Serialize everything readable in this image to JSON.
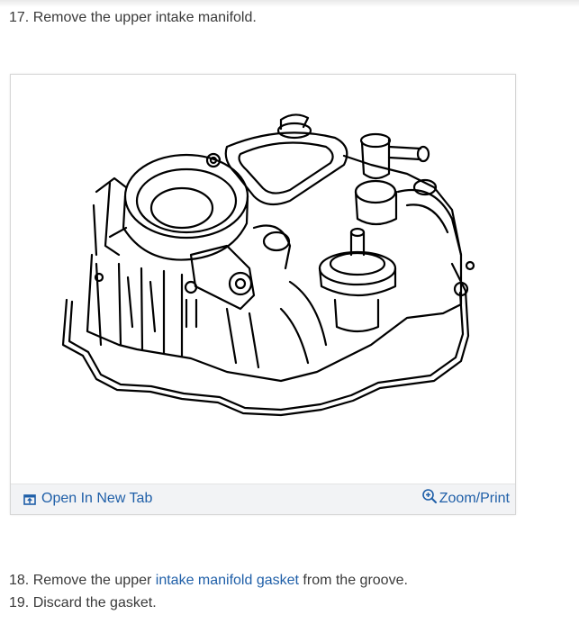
{
  "steps": {
    "step17": "17. Remove the upper intake manifold.",
    "step18_prefix": "18. Remove the upper ",
    "step18_link": "intake manifold gasket",
    "step18_suffix": " from the groove.",
    "step19": "19. Discard the gasket."
  },
  "figure": {
    "open_tab_label": "Open In New Tab",
    "zoom_print_label": "Zoom/Print"
  },
  "colors": {
    "link": "#1f5fa8",
    "text": "#3a3a3a",
    "toolbar_bg": "#f2f3f5"
  },
  "icons": {
    "open_tab": "open-new-tab-icon",
    "zoom": "zoom-in-icon"
  }
}
